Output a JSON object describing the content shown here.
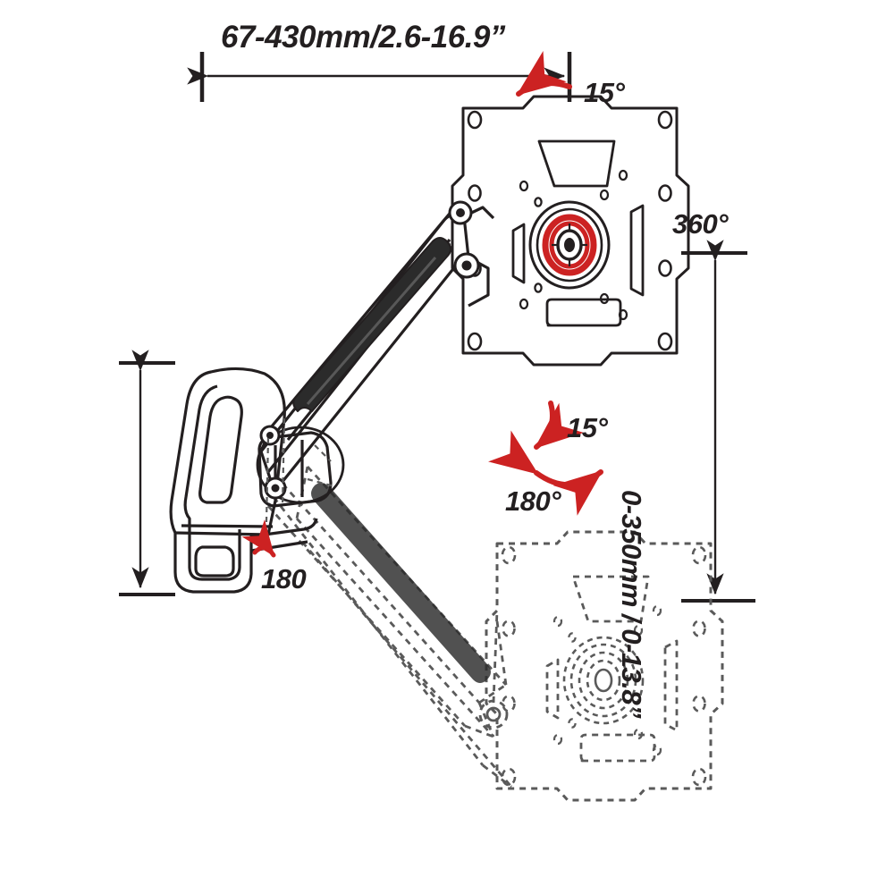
{
  "diagram": {
    "title": "Gas spring monitor wall mount - dimension and motion diagram",
    "background_color": "#ffffff",
    "line_color": "#231f20",
    "accent_color": "#cc2222",
    "annotations": {
      "extension_range": "67-430mm/2.6-16.9”",
      "tilt_up": "15°",
      "rotation": "360°",
      "tilt_down": "15°",
      "swivel_plate": "180°",
      "swivel_base": "180",
      "height_range": "0-350mm / 0-13.8”"
    }
  },
  "chart_data": {
    "type": "diagram",
    "title": "Gas spring monitor wall mount - dimension and motion diagram",
    "annotations": [
      {
        "name": "extension_range",
        "text": "67-430mm/2.6-16.9”",
        "kind": "linear-dimension",
        "orientation": "horizontal",
        "min_mm": 67,
        "max_mm": 430,
        "min_in": 2.6,
        "max_in": 16.9,
        "position": "top"
      },
      {
        "name": "height_range",
        "text": "0-350mm / 0-13.8”",
        "kind": "linear-dimension",
        "orientation": "vertical",
        "min_mm": 0,
        "max_mm": 350,
        "min_in": 0,
        "max_in": 13.8,
        "position": "right"
      },
      {
        "name": "rotation",
        "text": "360°",
        "kind": "angular",
        "degrees": 360,
        "position": "right-upper"
      },
      {
        "name": "tilt_up",
        "text": "15°",
        "kind": "angular",
        "degrees": 15,
        "position": "top-right"
      },
      {
        "name": "tilt_down",
        "text": "15°",
        "kind": "angular",
        "degrees": 15,
        "position": "center-right"
      },
      {
        "name": "swivel_plate",
        "text": "180°",
        "kind": "angular",
        "degrees": 180,
        "position": "center"
      },
      {
        "name": "swivel_base",
        "text": "180",
        "kind": "angular",
        "degrees": 180,
        "position": "left-lower"
      }
    ],
    "components": [
      {
        "name": "wall-plate",
        "style": "solid",
        "position": "left"
      },
      {
        "name": "articulating-arm",
        "style": "solid",
        "position": "center-upper",
        "feature": "gas-spring-channel"
      },
      {
        "name": "vesa-plate-raised",
        "style": "solid",
        "position": "upper-right"
      },
      {
        "name": "articulating-arm-lowered",
        "style": "dashed",
        "position": "center-lower",
        "feature": "gas-spring-channel"
      },
      {
        "name": "vesa-plate-lowered",
        "style": "dashed",
        "position": "lower-right"
      }
    ]
  }
}
